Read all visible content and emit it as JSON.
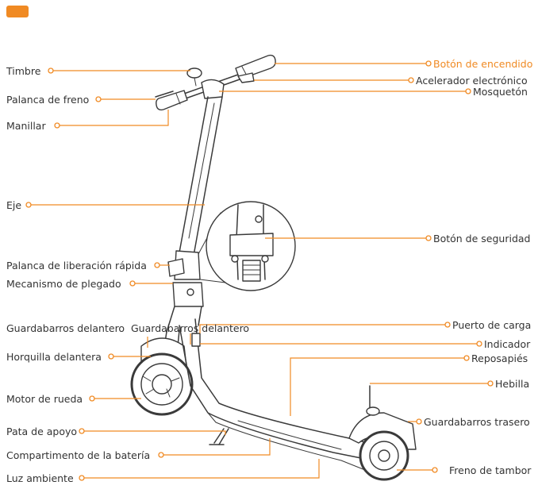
{
  "colors": {
    "accent": "#f08a23",
    "ink": "#3a3a3a",
    "text": "#333333"
  },
  "labels": {
    "timbre": "Timbre",
    "palanca_freno": "Palanca de freno",
    "manillar": "Manillar",
    "eje": "Eje",
    "palanca_liberacion": "Palanca de liberación rápida",
    "mecanismo_plegado": "Mecanismo de plegado",
    "guardabarros_delantero": "Guardabarros delantero",
    "guardabarros_delantero_dup": "Guardabarros delantero",
    "horquilla_delantera": "Horquilla delantera",
    "motor_rueda": "Motor de rueda",
    "pata_apoyo": "Pata de apoyo",
    "compartimento_bateria": "Compartimento de la batería",
    "luz_ambiente": "Luz ambiente",
    "boton_encendido": "Botón de encendido",
    "acelerador": "Acelerador electrónico",
    "mosqueton": "Mosquetón",
    "boton_seguridad": "Botón de seguridad",
    "puerto_carga": "Puerto de carga",
    "indicador": "Indicador",
    "reposapies": "Reposapiés",
    "hebilla": "Hebilla",
    "guardabarros_trasero": "Guardabarros trasero",
    "freno_tambor": "Freno de tambor"
  }
}
